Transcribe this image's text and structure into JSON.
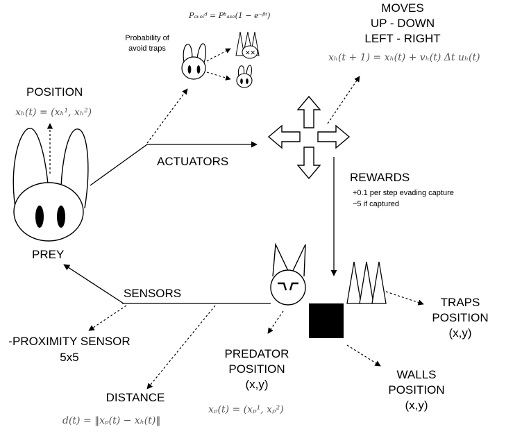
{
  "labels": {
    "position": "POSITION",
    "prey": "PREY",
    "actuators": "ACTUATORS",
    "sensors": "SENSORS",
    "rewards": "REWARDS",
    "reward_line1": "+0.1 per step evading capture",
    "reward_line2": "−5 if captured",
    "moves_l1": "MOVES",
    "moves_l2": "UP - DOWN",
    "moves_l3": "LEFT - RIGHT",
    "prob_l1": "Probability of",
    "prob_l2": "avoid traps",
    "proximity_l1": "-PROXIMITY SENSOR",
    "proximity_l2": "5x5",
    "distance": "DISTANCE",
    "predator_l1": "PREDATOR",
    "predator_l2": "POSITION",
    "predator_l3": "(x,y)",
    "traps_l1": "TRAPS",
    "traps_l2": "POSITION",
    "traps_l3": "(x,y)",
    "walls_l1": "WALLS",
    "walls_l2": "POSITION",
    "walls_l3": "(x,y)"
  },
  "formulas": {
    "prey_position": "xₕ(t) = (xₕ¹, xₕ²)",
    "moves": "xₕ(t + 1) = xₕ(t) + vₕ(t) Δt uₕ(t)",
    "p_avoid": "Pₐᵥₒᵢᵈ = Pᵇₐₛₑ(1 − e⁻ᵝᵗ)",
    "distance": "d(t) = ‖xₚ(t) − xₕ(t)‖",
    "predator_position": "xₚ(t) = (xₚ¹, xₚ²)"
  }
}
